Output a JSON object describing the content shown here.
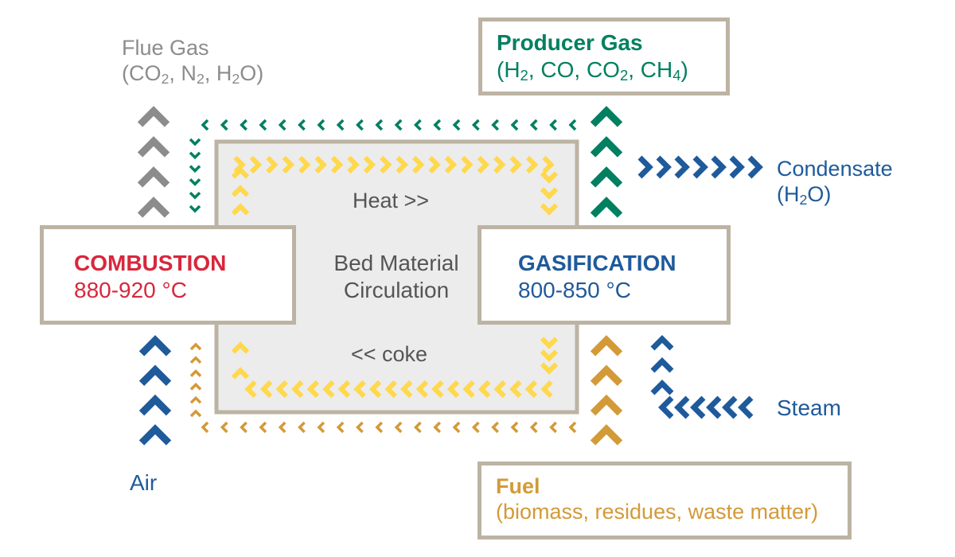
{
  "colors": {
    "combustion": "#d8273c",
    "gasification": "#1f5a9b",
    "producer_gas": "#008060",
    "flue_gas": "#8c8c8c",
    "fuel": "#d39a38",
    "bed_material": "#ffd84c",
    "box_border": "#bdb3a3",
    "circulation_fill": "#ececec",
    "text_dark": "#555555"
  },
  "flue_gas": {
    "title": "Flue Gas",
    "formula": [
      "(CO",
      "2",
      ", N",
      "2",
      ", H",
      "2",
      "O)"
    ]
  },
  "producer_gas": {
    "title": "Producer Gas",
    "formula": [
      "(H",
      "2",
      ", CO, CO",
      "2",
      ", CH",
      "4",
      ")"
    ]
  },
  "condensate": {
    "title": "Condensate",
    "formula": [
      "(H",
      "2",
      "O)"
    ]
  },
  "combustion": {
    "title": "COMBUSTION",
    "temperature": "880-920 °C"
  },
  "gasification": {
    "title": "GASIFICATION",
    "temperature": "800-850 °C"
  },
  "circulation": {
    "line1": "Bed Material",
    "line2": "Circulation",
    "heat": "Heat >>",
    "coke": "<< coke"
  },
  "air": {
    "label": "Air"
  },
  "steam": {
    "label": "Steam"
  },
  "fuel": {
    "title": "Fuel",
    "detail": "(biomass, residues, waste matter)"
  },
  "icons": [
    "chevron-up-icon",
    "chevron-down-icon",
    "chevron-left-icon",
    "chevron-right-icon"
  ]
}
